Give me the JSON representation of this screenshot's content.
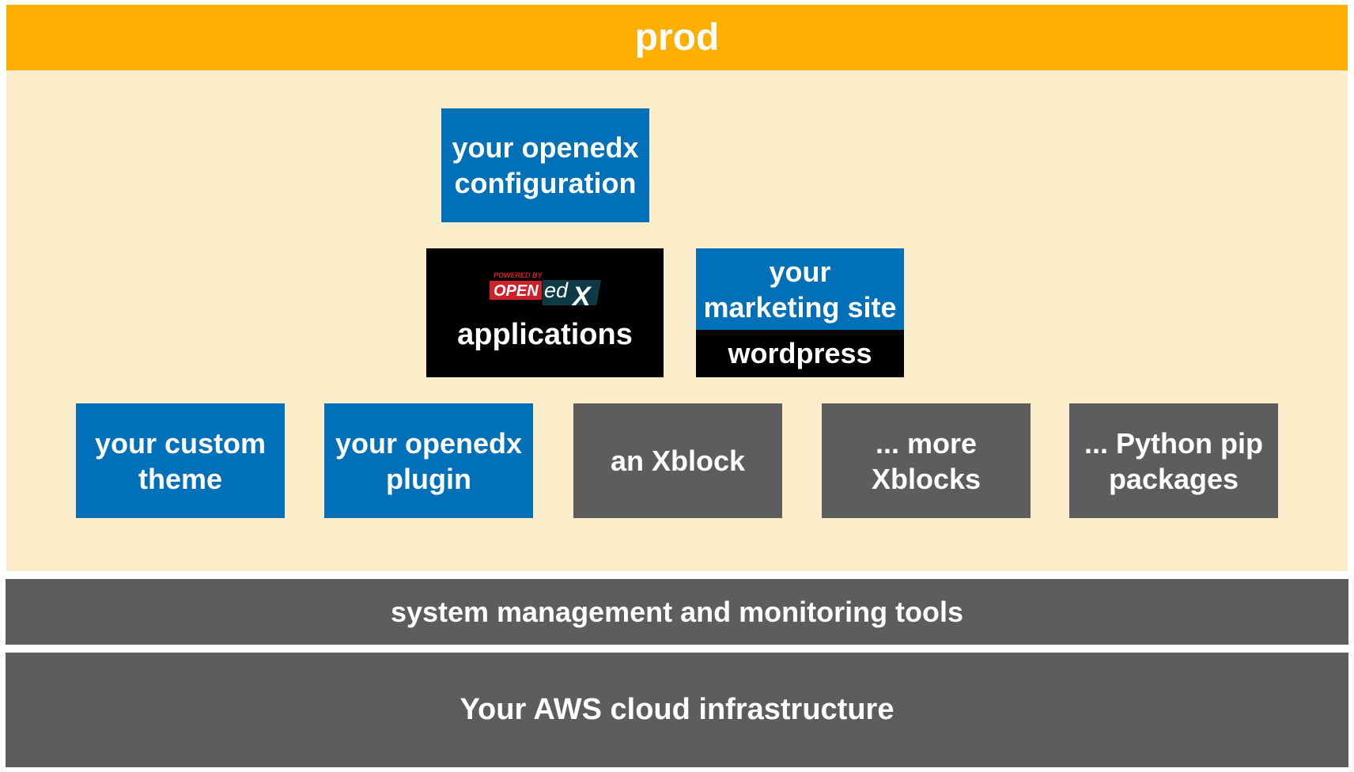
{
  "environment": {
    "label": "prod",
    "accent_color": "#ffaf00",
    "area_color": "#fdeecb"
  },
  "config_box": {
    "line1": "your openedx",
    "line2": "configuration"
  },
  "applications_box": {
    "logo": {
      "powered_by": "POWERED BY",
      "open": "OPEN",
      "ed": "ed",
      "x": "X"
    },
    "label": "applications"
  },
  "marketing_box": {
    "line1": "your",
    "line2": "marketing site",
    "platform": "wordpress"
  },
  "components": [
    {
      "line1": "your custom",
      "line2": "theme",
      "color": "#0070b9"
    },
    {
      "line1": "your openedx",
      "line2": "plugin",
      "color": "#0070b9"
    },
    {
      "line1": "an Xblock",
      "line2": "",
      "color": "#5d5d5d"
    },
    {
      "line1": "... more",
      "line2": "Xblocks",
      "color": "#5d5d5d"
    },
    {
      "line1": "... Python pip",
      "line2": "packages",
      "color": "#5d5d5d"
    }
  ],
  "system_tools": {
    "label": "system management and monitoring tools"
  },
  "infrastructure": {
    "label": "Your AWS cloud infrastructure"
  },
  "colors": {
    "blue": "#0070b9",
    "gray": "#5d5d5d",
    "black": "#000000"
  }
}
